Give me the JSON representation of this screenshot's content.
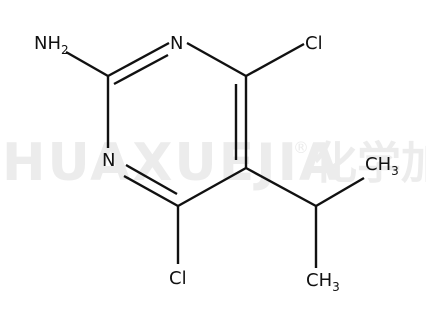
{
  "watermark": {
    "text": "HUAXUEJIA",
    "registered": "®",
    "chinese": "化学加"
  },
  "atoms": {
    "amine": {
      "main": "NH",
      "sub": "2"
    },
    "n_top": "N",
    "n_left": "N",
    "cl_top": "Cl",
    "cl_bottom": "Cl",
    "ch3_upper": {
      "main": "CH",
      "sub": "3"
    },
    "ch3_lower": {
      "main": "CH",
      "sub": "3"
    }
  },
  "colors": {
    "ink": "#111111",
    "watermark": "#ececec"
  }
}
